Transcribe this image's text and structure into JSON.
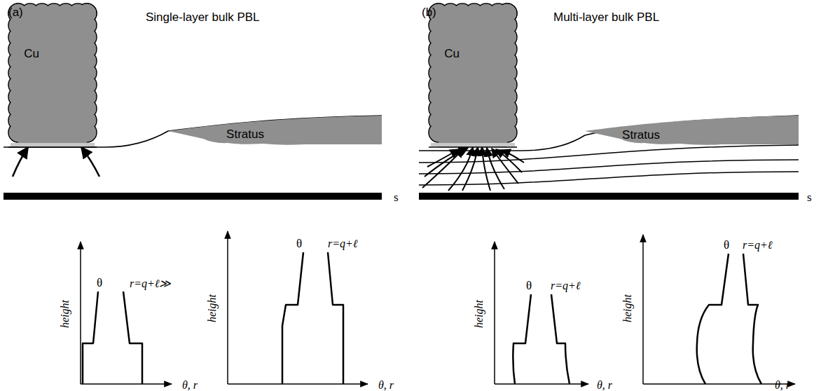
{
  "diagram": {
    "nodes": [
      {
        "text": [
          "Cu"
        ]
      },
      {
        "text": [
          "Stratus"
        ]
      },
      {
        "text": [
          "Cu"
        ]
      },
      {
        "text": [
          "Stratus"
        ]
      }
    ],
    "labels": [
      "(a)",
      "Single-layer bulk PBL",
      "(b)",
      "Multi-layer bulk PBL",
      "s",
      "s",
      "height",
      "θ",
      "r=q+ℓ≫",
      "θ, r",
      "height",
      "θ",
      "r=q+ℓ",
      "θ, r",
      "height",
      "θ",
      "r=q+ℓ",
      "θ, r",
      "height",
      "θ",
      "r=q+ℓ",
      "θ, r"
    ]
  }
}
